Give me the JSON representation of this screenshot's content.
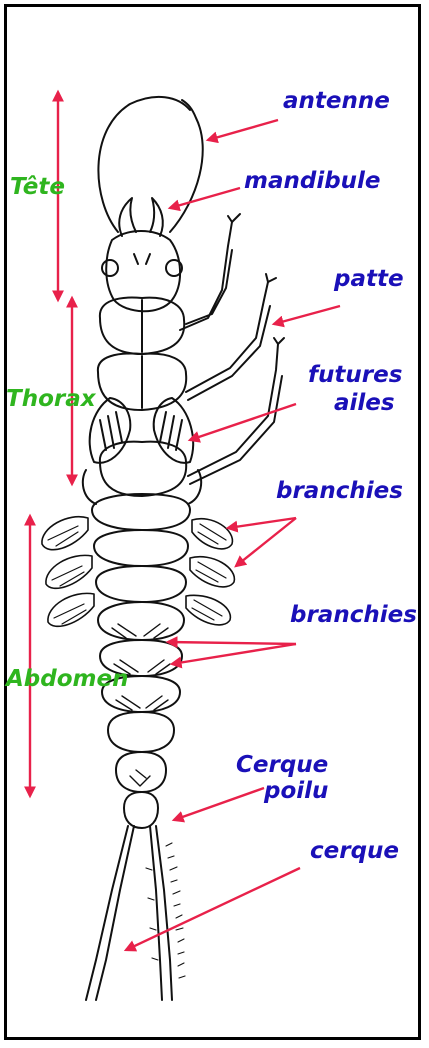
{
  "colors": {
    "part_label": "#1a10b8",
    "region_label": "#2fb51f",
    "arrow": "#e8214a",
    "ink": "#111111"
  },
  "regions": {
    "head": "Tête",
    "thorax": "Thorax",
    "abdomen": "Abdomen"
  },
  "labels": {
    "antenne": "antenne",
    "mandibule": "mandibule",
    "patte": "patte",
    "futures_1": "futures",
    "futures_2": "ailes",
    "branchies_1": "branchies",
    "branchies_2": "branchies",
    "cerque_poilu_1": "Cerque",
    "cerque_poilu_2": "poilu",
    "cerque": "cerque"
  }
}
